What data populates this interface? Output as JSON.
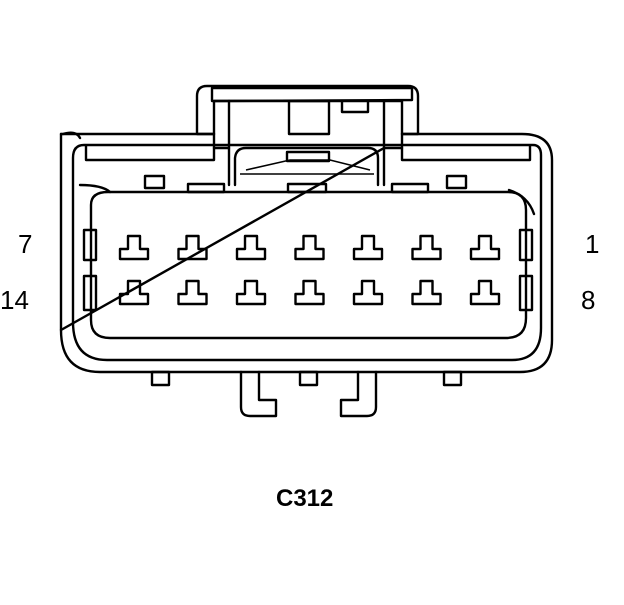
{
  "connector": {
    "id": "C312",
    "pin_labels": {
      "top_left": "7",
      "bottom_left": "14",
      "top_right": "1",
      "bottom_right": "8"
    },
    "cavity_rows": 2,
    "cavities_per_row": 7
  }
}
